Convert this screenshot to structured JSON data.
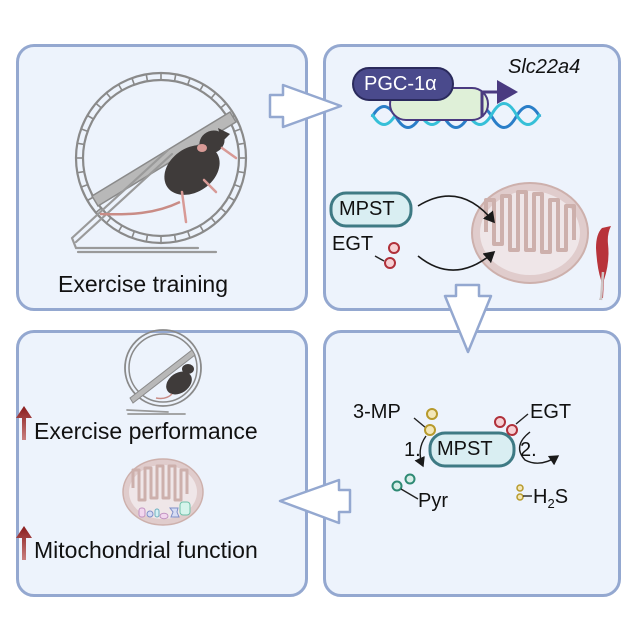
{
  "panels": {
    "exercise": {
      "label": "Exercise training"
    },
    "mechanism": {
      "transcription_factor": "PGC-1α",
      "gene": "Slc22a4",
      "enzyme": "MPST",
      "metabolite": "EGT"
    },
    "reaction": {
      "substrate": "3-MP",
      "enzyme": "MPST",
      "cofactor": "EGT",
      "step1": "1.",
      "step2": "2.",
      "product1": "Pyr",
      "product2_prefix": "H",
      "product2_sub": "2",
      "product2_suffix": "S"
    },
    "outcomes": {
      "item1": "Exercise performance",
      "item2": "Mitochondrial function"
    }
  },
  "colors": {
    "panel_bg": "#edf3fc",
    "panel_border": "#94a8d0",
    "pgc_fill": "#4a4a8c",
    "mpst_fill": "#d9eef2",
    "mpst_border": "#3e7a84",
    "egt_red": "#b0303a",
    "mp_gold": "#b79a2c",
    "pyr_green": "#2e8a74",
    "up_arrow": "#8a1c1c",
    "mito_fill": "#e0cccc",
    "dna_blue": "#2a9fd0"
  }
}
